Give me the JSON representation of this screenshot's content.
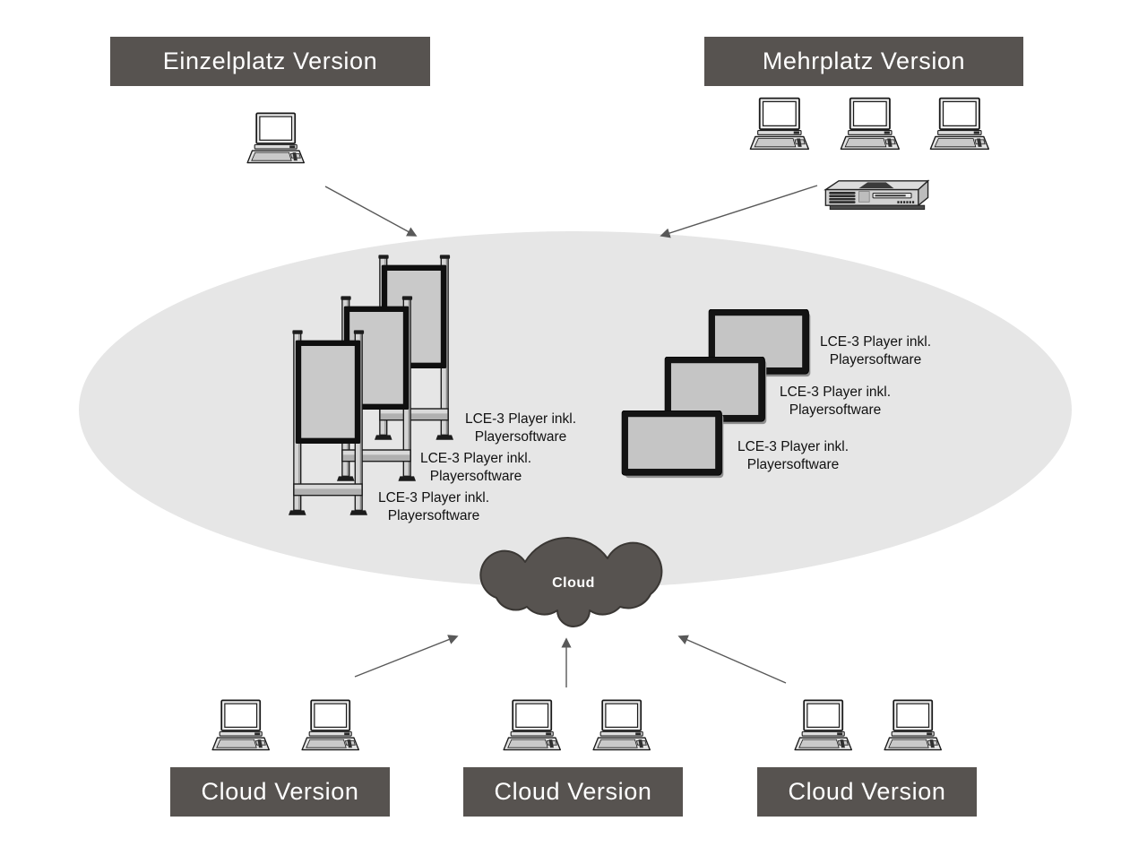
{
  "banners": {
    "einzelplatz": "Einzelplatz Version",
    "mehrplatz": "Mehrplatz Version",
    "cloud_left": "Cloud Version",
    "cloud_center": "Cloud Version",
    "cloud_right": "Cloud Version"
  },
  "cloud": {
    "label": "Cloud"
  },
  "players": {
    "kiosk": [
      {
        "line1": "LCE-3 Player inkl.",
        "line2": "Playersoftware"
      },
      {
        "line1": "LCE-3 Player inkl.",
        "line2": "Playersoftware"
      },
      {
        "line1": "LCE-3 Player inkl.",
        "line2": "Playersoftware"
      }
    ],
    "monitor": [
      {
        "line1": "LCE-3 Player inkl.",
        "line2": "Playersoftware"
      },
      {
        "line1": "LCE-3 Player inkl.",
        "line2": "Playersoftware"
      },
      {
        "line1": "LCE-3 Player inkl.",
        "line2": "Playersoftware"
      }
    ]
  },
  "icons": {
    "laptop": "laptop-icon",
    "server": "server-icon",
    "kiosk_display": "kiosk-display-icon",
    "monitor_display": "monitor-display-icon",
    "cloud": "cloud-icon"
  },
  "colors": {
    "banner_bg": "#575350",
    "banner_text": "#ffffff",
    "ellipse_fill": "#e6e6e6",
    "cloud_fill": "#575350",
    "cloud_outline": "#3a3734",
    "arrow": "#595959",
    "label_text": "#111111"
  }
}
